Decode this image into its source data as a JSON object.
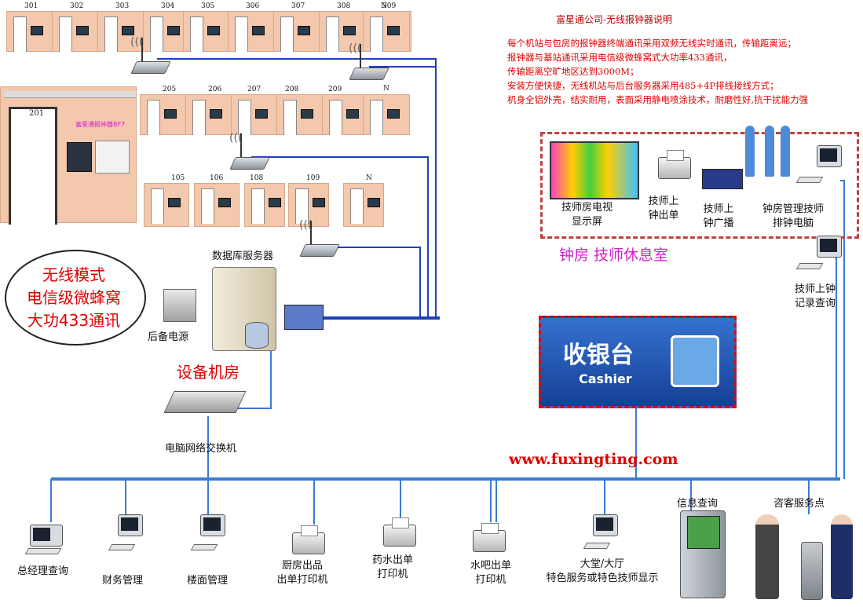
{
  "notes": {
    "title": "富星通公司-无线报钟器说明",
    "lines": [
      "每个机站与包房的报钟器终端通讯采用双频无线实时通讯，传输距离远；",
      "报钟器与基站通讯采用电信级微蜂窝式大功率433通讯，",
      "传输距离空旷地区达到3000M；",
      "安装方便快捷，无线机站与后台服务器采用485+4P排线接线方式；",
      "机身全铝外壳，结实耐用，表面采用静电喷涂技术，耐磨性好,抗干扰能力强"
    ]
  },
  "rooms": {
    "row3": [
      "301",
      "302",
      "303",
      "304",
      "305",
      "306",
      "307",
      "308",
      "309",
      "N"
    ],
    "row2": [
      "205",
      "206",
      "207",
      "208",
      "209",
      "N"
    ],
    "row1": [
      "105",
      "106",
      "108",
      "109",
      "N"
    ],
    "big_room": "201",
    "device_label": "富星通报钟器BF7"
  },
  "labels": {
    "database_server": "数据库服务器",
    "wireless_mode": [
      "无线模式",
      "电信级微蜂窝",
      "大功433通讯"
    ],
    "backup_power": "后备电源",
    "equipment_room": "设备机房",
    "network_switch": "电脑网络交换机",
    "website": "www.fuxingting.com",
    "clock_room": "钟房  技师休息室",
    "tv_screen": [
      "技师房电视",
      "显示屏"
    ],
    "clock_in_print": [
      "技师上",
      "钟出单"
    ],
    "clock_in_broadcast": [
      "技师上",
      "钟广播"
    ],
    "scheduling_pc": [
      "钟房管理技师",
      "排钟电脑"
    ],
    "clock_record_query": [
      "技师上钟",
      "记录查询"
    ],
    "cashier_cn": "收银台",
    "cashier_en": "Cashier",
    "gm_query": "总经理查询",
    "finance": "财务管理",
    "floor": "楼面管理",
    "kitchen_printer": [
      "厨房出品",
      "出单打印机"
    ],
    "drink_printer": [
      "药水出单",
      "打印机"
    ],
    "bar_printer": [
      "水吧出单",
      "打印机"
    ],
    "lobby_display": [
      "大堂/大厅",
      "特色服务或特色技师显示"
    ],
    "info_query": "信息查询",
    "customer_service": "咨客服务点"
  },
  "colors": {
    "wire_blue": "#1f3fb5",
    "line_blue": "#3a7bd5",
    "accent_red": "#e00000",
    "magenta": "#d020c8",
    "cashier_bg": "#1f55b8",
    "door_bg": "#f3c8ad"
  }
}
